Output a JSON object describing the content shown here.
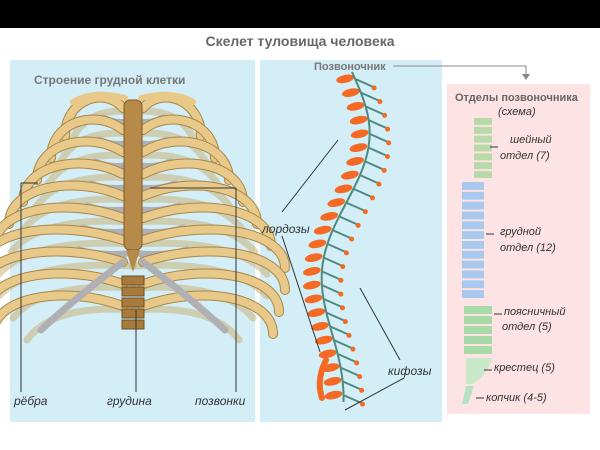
{
  "title": "Скелет туловища человека",
  "chest": {
    "title": "Строение грудной клетки",
    "labels": {
      "ribs": "рёбра",
      "sternum": "грудина",
      "vertebrae": "позвонки"
    }
  },
  "spine": {
    "title": "Позвоночник",
    "labels": {
      "lordosis": "лордозы",
      "kyphosis": "кифозы"
    }
  },
  "sections": {
    "title": "Отделы позвоночника",
    "subtitle": "(схема)",
    "items": [
      {
        "line1": "шейный",
        "line2": "отдел (7)",
        "color": "#b8d9a8"
      },
      {
        "line1": "грудной",
        "line2": "отдел (12)",
        "color": "#a9c8ee"
      },
      {
        "line1": "поясничный",
        "line2": "отдел (5)",
        "color": "#a8d9a8"
      },
      {
        "line1": "крестец (5)",
        "line2": "",
        "color": "#c9e8c9"
      },
      {
        "line1": "копчик (4-5)",
        "line2": "",
        "color": "#b7e2c2"
      }
    ]
  },
  "colors": {
    "bone": "#e9c98a",
    "bone_edge": "#a88848",
    "cartilage": "#b0b0b4",
    "sternum": "#b88a4a",
    "spine_orange": "#f46a24",
    "spine_cord": "#4e8a7e",
    "panel_blue": "#d3eef7",
    "panel_pink": "#fde3e3"
  }
}
